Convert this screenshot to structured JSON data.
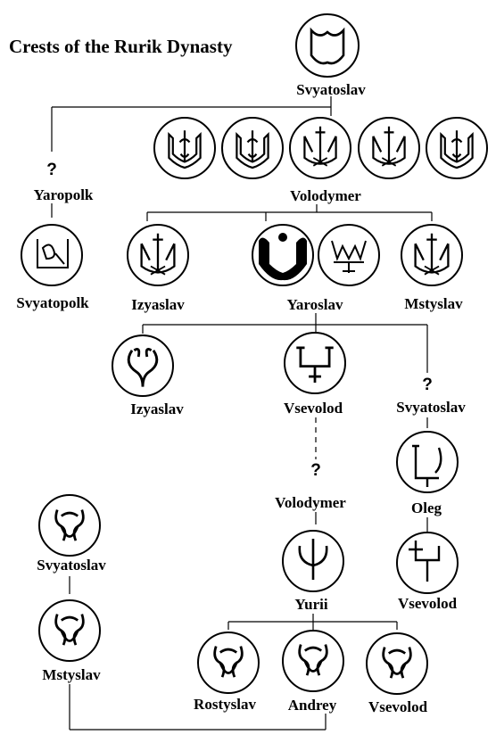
{
  "title": "Crests of the Rurik Dynasty",
  "unknown_mark": "?",
  "names": {
    "svyatoslav_top": "Svyatoslav",
    "yaropolk": "Yaropolk",
    "volodymer": "Volodymer",
    "svyatopolk": "Svyatopolk",
    "izyaslav_1": "Izyaslav",
    "yaroslav": "Yaroslav",
    "mstyslav_1": "Mstyslav",
    "izyaslav_2": "Izyaslav",
    "vsevolod_1": "Vsevolod",
    "svyatoslav_2": "Svyatoslav",
    "volodymer_2": "Volodymer",
    "oleg": "Oleg",
    "svyatoslav_3": "Svyatoslav",
    "mstyslav_2": "Mstyslav",
    "yurii": "Yurii",
    "vsevolod_2": "Vsevolod",
    "rostyslav": "Rostyslav",
    "andrey": "Andrey",
    "vsevolod_3": "Vsevolod"
  },
  "crest_icons": {
    "svyatoslav_top": "bident-crest-icon",
    "volodymer": "trident-crest-icon",
    "svyatopolk": "bident-cross-crest-icon",
    "izyaslav_1": "trident-cross-crest-icon",
    "yaroslav": "trident-crest-icon",
    "mstyslav_1": "trident-cross-crest-icon",
    "izyaslav_2": "bident-crest-icon",
    "vsevolod_1": "bident-cross-crest-icon",
    "oleg": "bident-cross-crest-icon",
    "vsevolod_2": "bident-cross-crest-icon",
    "svyatoslav_3": "bident-crest-icon",
    "mstyslav_2": "bident-crest-icon",
    "yurii": "bident-crest-icon",
    "rostyslav": "bident-crest-icon",
    "andrey": "bident-crest-icon",
    "vsevolod_3": "bident-crest-icon"
  }
}
